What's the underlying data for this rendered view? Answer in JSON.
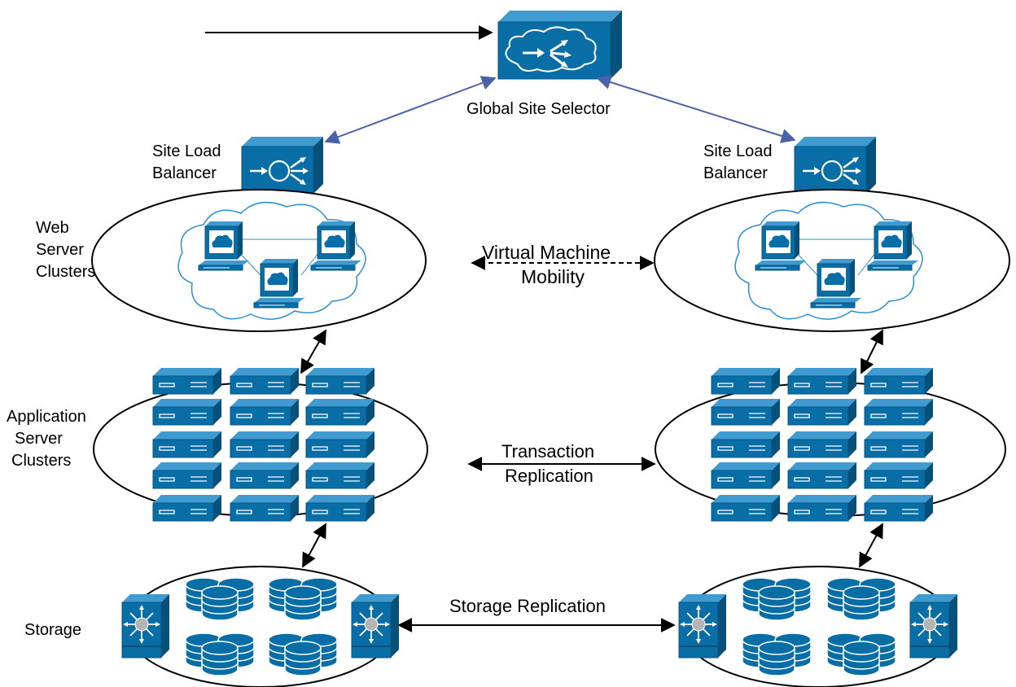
{
  "labels": {
    "global_site_selector": "Global Site Selector",
    "site_load_balancer_left": [
      "Site Load",
      "Balancer"
    ],
    "site_load_balancer_right": [
      "Site Load",
      "Balancer"
    ],
    "web_server_clusters": [
      "Web",
      "Server",
      "Clusters"
    ],
    "application_server_clusters": [
      "Application",
      "Server",
      "Clusters"
    ],
    "storage": "Storage",
    "vm_mobility": [
      "Virtual Machine",
      "Mobility"
    ],
    "transaction_replication": [
      "Transaction",
      "Replication"
    ],
    "storage_replication": "Storage Replication"
  },
  "colors": {
    "device_blue": "#0a6ea6",
    "device_top": "#3f9bd0",
    "device_side": "#07507a",
    "cloud_stroke": "#2b8fcf",
    "link_blue": "#4a63a8",
    "switch_gray": "#b5b5b5"
  },
  "icons": {
    "selector": "global-site-selector-icon",
    "balancer": "load-balancer-icon",
    "workstation": "workstation-icon",
    "server": "rack-server-icon",
    "database": "database-icon",
    "switch": "storage-switch-icon"
  }
}
